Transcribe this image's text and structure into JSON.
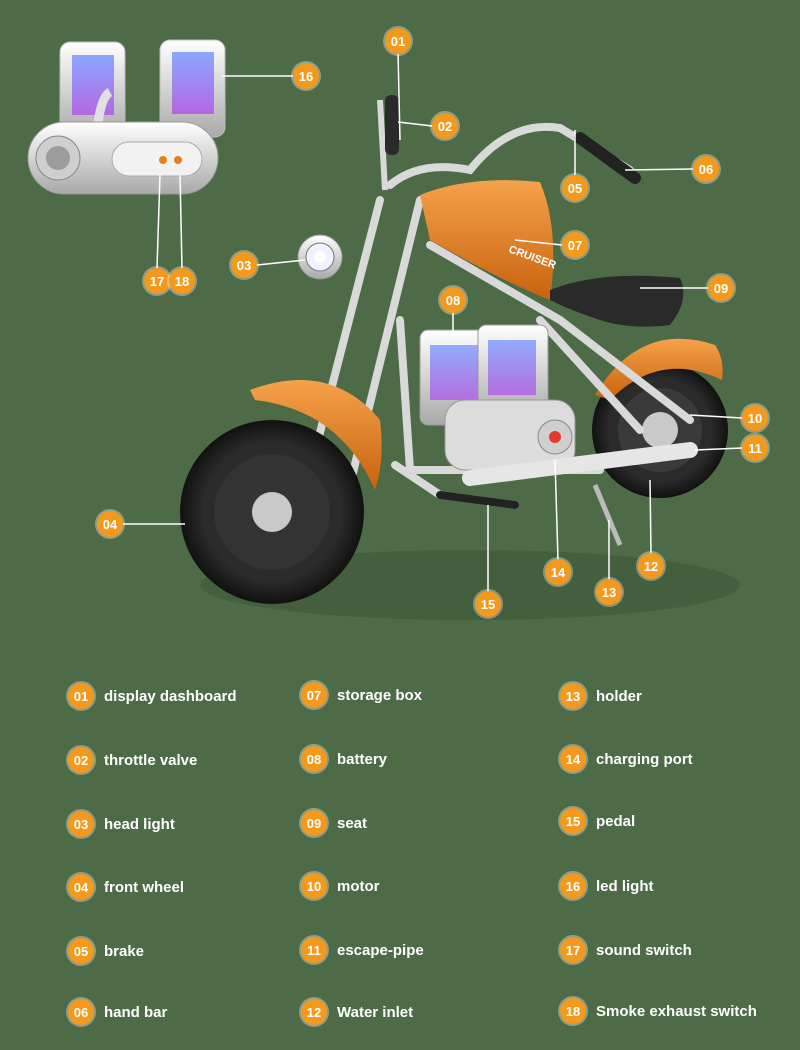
{
  "colors": {
    "background": "#4e6b47",
    "badge": "#f39a1e",
    "body_orange": "#e8801a",
    "chrome": "#d9d9d9",
    "led_blue": "#5a7dff",
    "led_purple": "#b060e0"
  },
  "callouts": [
    {
      "id": "01"
    },
    {
      "id": "02"
    },
    {
      "id": "03"
    },
    {
      "id": "04"
    },
    {
      "id": "05"
    },
    {
      "id": "06"
    },
    {
      "id": "07"
    },
    {
      "id": "08"
    },
    {
      "id": "09"
    },
    {
      "id": "10"
    },
    {
      "id": "11"
    },
    {
      "id": "12"
    },
    {
      "id": "13"
    },
    {
      "id": "14"
    },
    {
      "id": "15"
    },
    {
      "id": "16"
    },
    {
      "id": "17"
    },
    {
      "id": "18"
    }
  ],
  "legend": [
    {
      "num": "01",
      "label": "display dashboard"
    },
    {
      "num": "02",
      "label": "throttle valve"
    },
    {
      "num": "03",
      "label": "head light"
    },
    {
      "num": "04",
      "label": "front wheel"
    },
    {
      "num": "05",
      "label": "brake"
    },
    {
      "num": "06",
      "label": "hand bar"
    },
    {
      "num": "07",
      "label": "storage box"
    },
    {
      "num": "08",
      "label": "battery"
    },
    {
      "num": "09",
      "label": "seat"
    },
    {
      "num": "10",
      "label": "motor"
    },
    {
      "num": "11",
      "label": "escape-pipe"
    },
    {
      "num": "12",
      "label": "Water inlet"
    },
    {
      "num": "13",
      "label": "holder"
    },
    {
      "num": "14",
      "label": "charging port"
    },
    {
      "num": "15",
      "label": "pedal"
    },
    {
      "num": "16",
      "label": "led light"
    },
    {
      "num": "17",
      "label": "sound switch"
    },
    {
      "num": "18",
      "label": "Smoke exhaust switch"
    }
  ],
  "tank_brand": "CRUISER"
}
